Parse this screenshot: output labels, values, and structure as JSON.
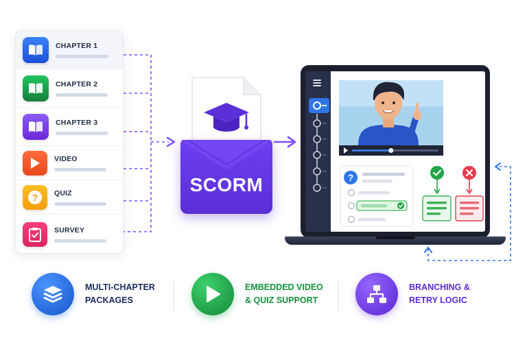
{
  "chapters": [
    {
      "label": "CHAPTER 1",
      "icon": "book-icon",
      "color": "#2563eb"
    },
    {
      "label": "CHAPTER 2",
      "icon": "book-icon",
      "color": "#16a34a"
    },
    {
      "label": "CHAPTER 3",
      "icon": "book-icon",
      "color": "#7c3aed"
    },
    {
      "label": "VIDEO",
      "icon": "play-icon",
      "color": "#f05a28"
    },
    {
      "label": "QUIZ",
      "icon": "question-icon",
      "color": "#f59e0b"
    },
    {
      "label": "SURVEY",
      "icon": "clipboard-check-icon",
      "color": "#e8336e"
    }
  ],
  "package": {
    "label": "SCORM",
    "icon": "graduation-cap-icon",
    "color": "#5b30d9"
  },
  "player": {
    "menu_icon": "menu-icon",
    "video_icon": "person-pointing-icon",
    "quiz_icon": "question-icon",
    "correct_icon": "check-icon",
    "wrong_icon": "x-icon",
    "progress": 0.45
  },
  "features": [
    {
      "line1": "MULTI-CHAPTER",
      "line2": "PACKAGES",
      "icon": "layers-icon",
      "color": "#1f6fe0"
    },
    {
      "line1": "EMBEDDED VIDEO",
      "line2": "& QUIZ SUPPORT",
      "icon": "play-icon",
      "color": "#16a34a"
    },
    {
      "line1": "BRANCHING &",
      "line2": "RETRY LOGIC",
      "icon": "branching-icon",
      "color": "#6d35e8"
    }
  ],
  "colors": {
    "connector": "#7c4dff",
    "retry_arrow": "#2f74e8",
    "correct": "#22a447",
    "wrong": "#e23b4a"
  }
}
